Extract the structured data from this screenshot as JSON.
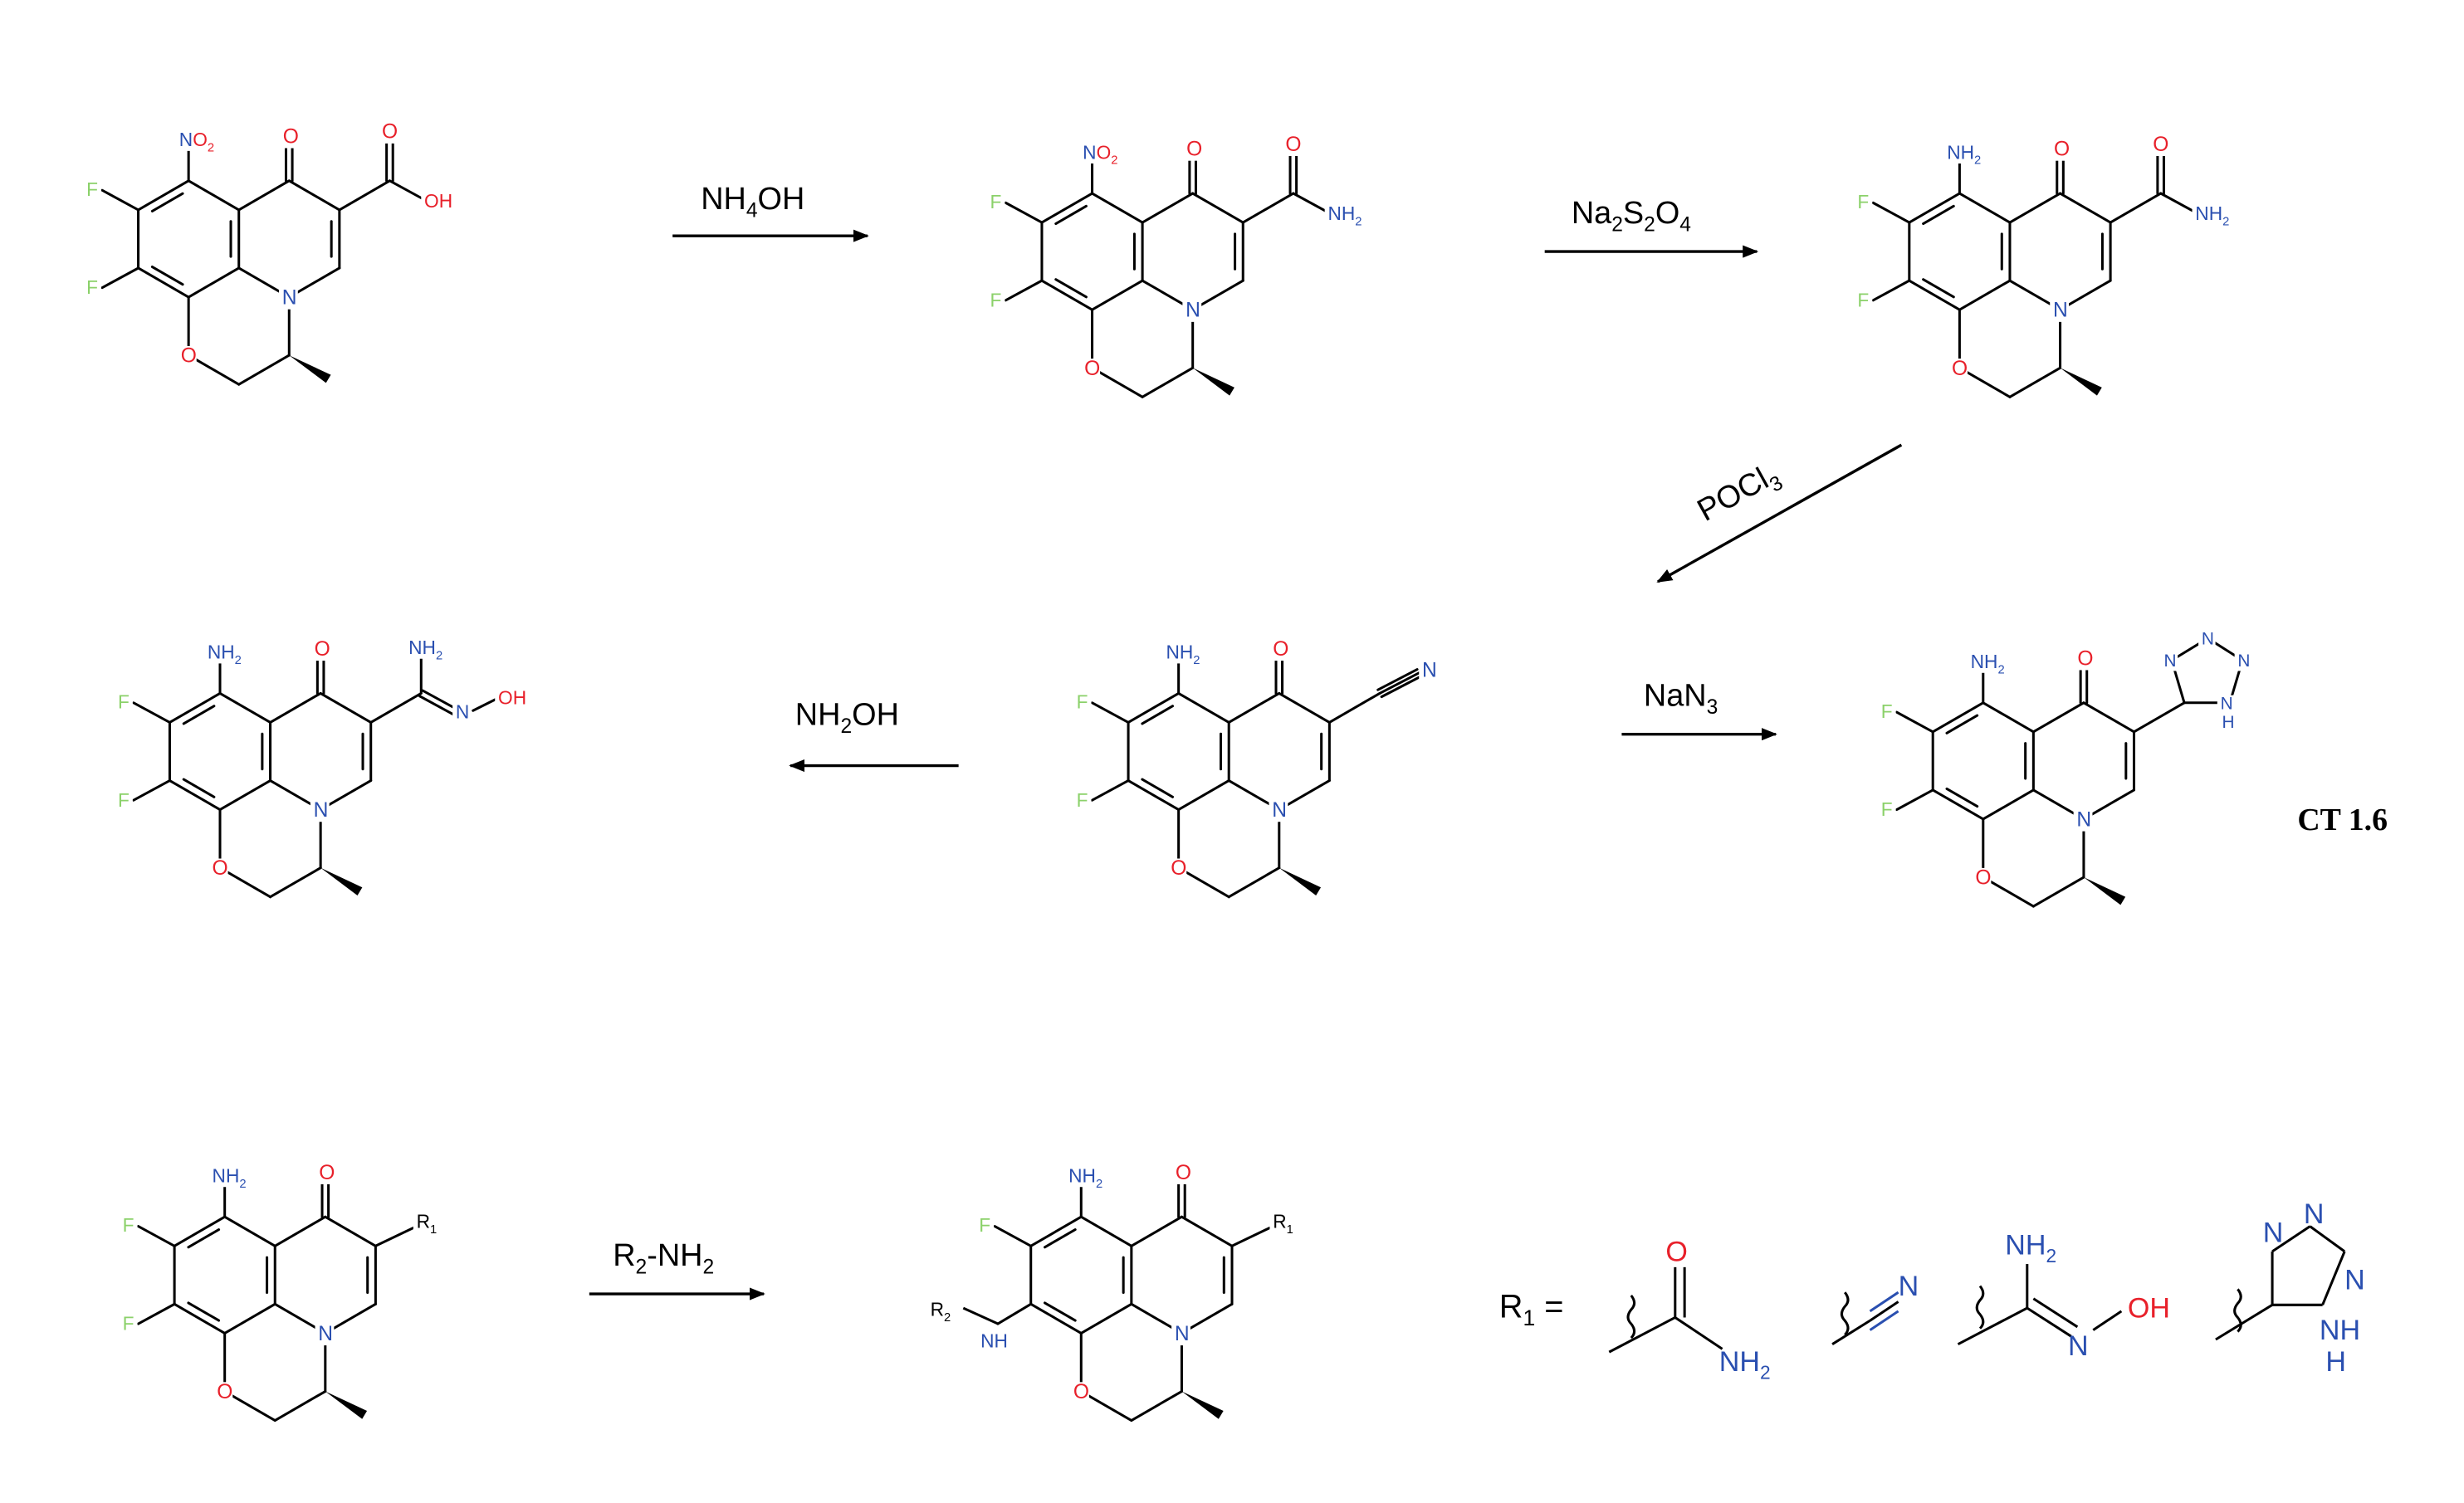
{
  "colors": {
    "bond": "#000000",
    "oxygen": "#e8202a",
    "nitrogen": "#2a4fb0",
    "fluorine": "#8bd16a",
    "reagent": "#000000"
  },
  "atoms": {
    "o": "O",
    "n": "N",
    "f": "F",
    "oh": "OH",
    "nh2": "NH",
    "nh2_sub": "2",
    "no2": "NO",
    "no2_sub": "2",
    "nh": "NH",
    "h": "H",
    "r_main": "R",
    "r1_sub": "1",
    "r2_sub": "2"
  },
  "reagents": {
    "r1": {
      "main": "NH",
      "sub": "4",
      "tail": "OH"
    },
    "r2": {
      "a": "Na",
      "s1": "2",
      "b": "S",
      "s2": "2",
      "c": "O",
      "s3": "4"
    },
    "r3": {
      "a": "POCl",
      "s1": "3"
    },
    "r4": {
      "a": "NH",
      "s1": "2",
      "b": "OH"
    },
    "r5": {
      "a": "NaN",
      "s1": "3"
    },
    "r6": {
      "a": "R",
      "s1": "2",
      "b": "-NH",
      "s2": "2"
    }
  },
  "compound_label": "CT 1.6",
  "r1_definition": {
    "label": "R",
    "sub": "1",
    "eq": " ="
  }
}
